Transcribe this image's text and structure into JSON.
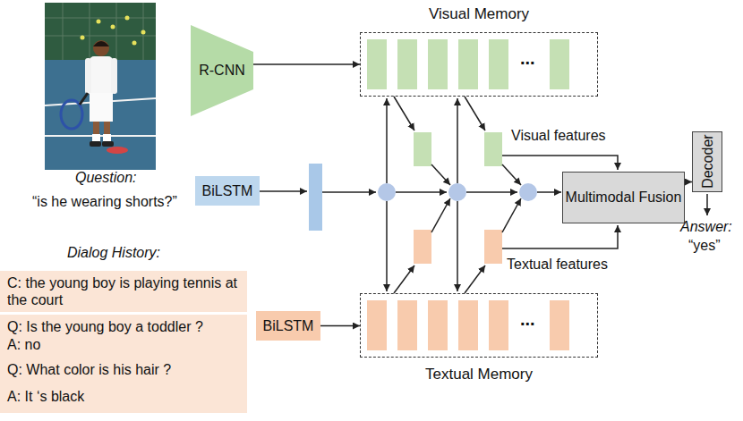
{
  "diagram": {
    "nodes": [
      {
        "text": [
          "R-CNN"
        ]
      },
      {
        "text": [
          "Visual Memory",
          "..."
        ]
      },
      {
        "text": [
          "BiLSTM"
        ]
      },
      {
        "text": [
          "Multimodal Fusion"
        ]
      },
      {
        "text": [
          "Decoder"
        ]
      },
      {
        "text": [
          "C: the young boy is playing tennis at the court"
        ]
      },
      {
        "text": [
          "Q: Is the young boy a toddler ?",
          "A: no"
        ]
      },
      {
        "text": [
          "BiLSTM"
        ]
      },
      {
        "text": [
          "Q: What color is his hair ?",
          "A: It ‘s black"
        ]
      },
      {
        "text": [
          "...",
          "Textual Memory"
        ]
      }
    ],
    "edges": [
      {
        "from": 0,
        "to": 1,
        "arrow": "to"
      },
      {
        "from": 7,
        "to": 9,
        "arrow": "to"
      },
      {
        "from": 3,
        "to": 4,
        "arrow": "to"
      }
    ],
    "labels": [
      "Question:",
      "“is he wearing shorts?”",
      "Dialog History:",
      "Visual features",
      "Textual features",
      "Answer:",
      "“yes”"
    ]
  }
}
